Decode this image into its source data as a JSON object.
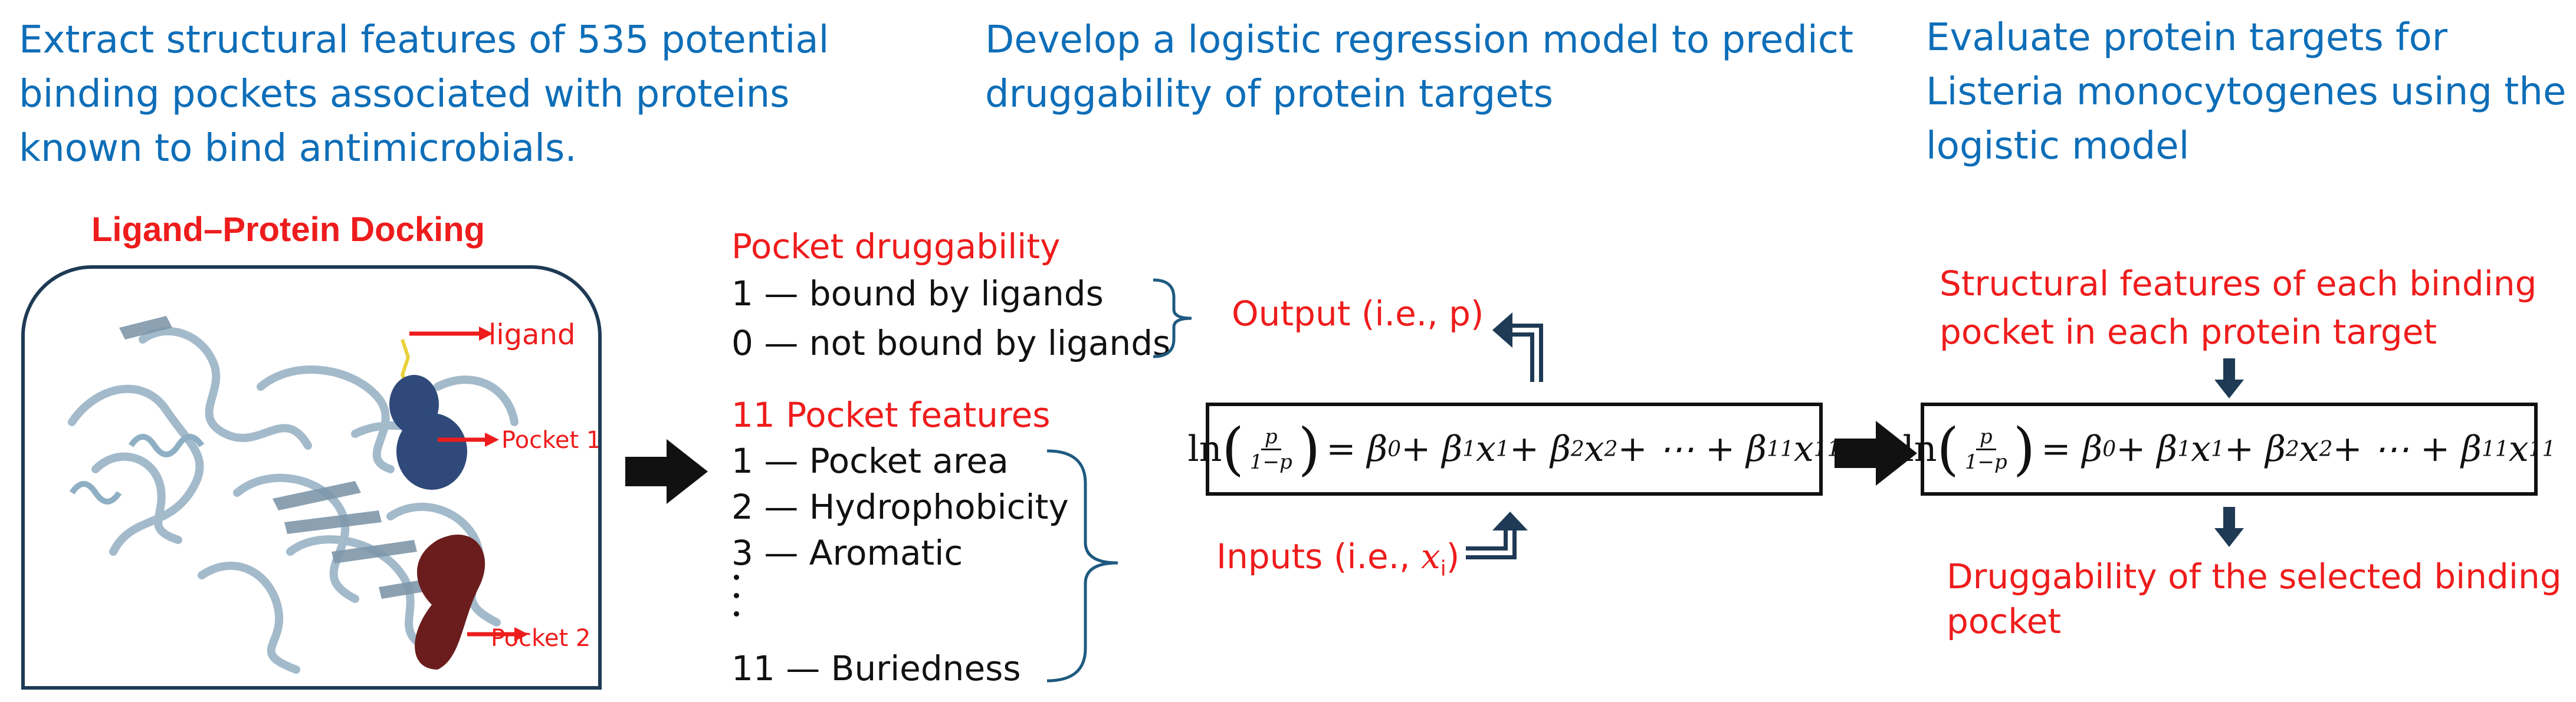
{
  "steps": [
    {
      "lines": [
        "Extract structural features of 535 potential",
        "binding pockets associated with proteins",
        "known to bind antimicrobials."
      ]
    },
    {
      "lines": [
        "Develop a logistic regression model to predict",
        "druggability of protein targets"
      ]
    },
    {
      "lines": [
        "Evaluate protein targets for",
        "Listeria monocytogenes using the",
        "logistic model"
      ]
    }
  ],
  "docking": {
    "title": "Ligand–Protein Docking",
    "ligand_label": "ligand",
    "pocket1_label": "Pocket 1",
    "pocket2_label": "Pocket 2"
  },
  "druggability": {
    "title": "Pocket druggability",
    "items": [
      "1 — bound by ligands",
      "0 — not bound by ligands"
    ]
  },
  "features": {
    "title": "11 Pocket features",
    "items": [
      "1 — Pocket area",
      "2 — Hydrophobicity",
      "3 — Aromatic"
    ],
    "last_item": "11 — Buriedness"
  },
  "output_label": "Output (i.e., p)",
  "inputs_label": "Inputs (i.e., ",
  "inputs_var": "x",
  "inputs_sub": "i",
  "inputs_close": ")",
  "equation": {
    "ln": "ln",
    "num": "p",
    "den": "1−p",
    "b0": "= β",
    "s0": "0",
    "rest1": " + β",
    "s1": "1",
    "x1": "x",
    "sx1": "1",
    "rest2": " + β",
    "s2": "2",
    "x2": "x",
    "sx2": "2",
    "dots": " + ⋯ + β",
    "s11": "11",
    "x11": "x",
    "sx11": "11"
  },
  "right": {
    "features_text": [
      "Structural features of each binding",
      "pocket in each protein target"
    ],
    "result_text": [
      "Druggability of the selected binding",
      "pocket"
    ]
  },
  "colors": {
    "step_text": "#0e6eb8",
    "red_text": "#ee1c1c",
    "arrow_dark": "#1e3a55",
    "pocket1": "#2f4a7a",
    "pocket2": "#6b1d1d",
    "protein": "#9fb7c9"
  }
}
